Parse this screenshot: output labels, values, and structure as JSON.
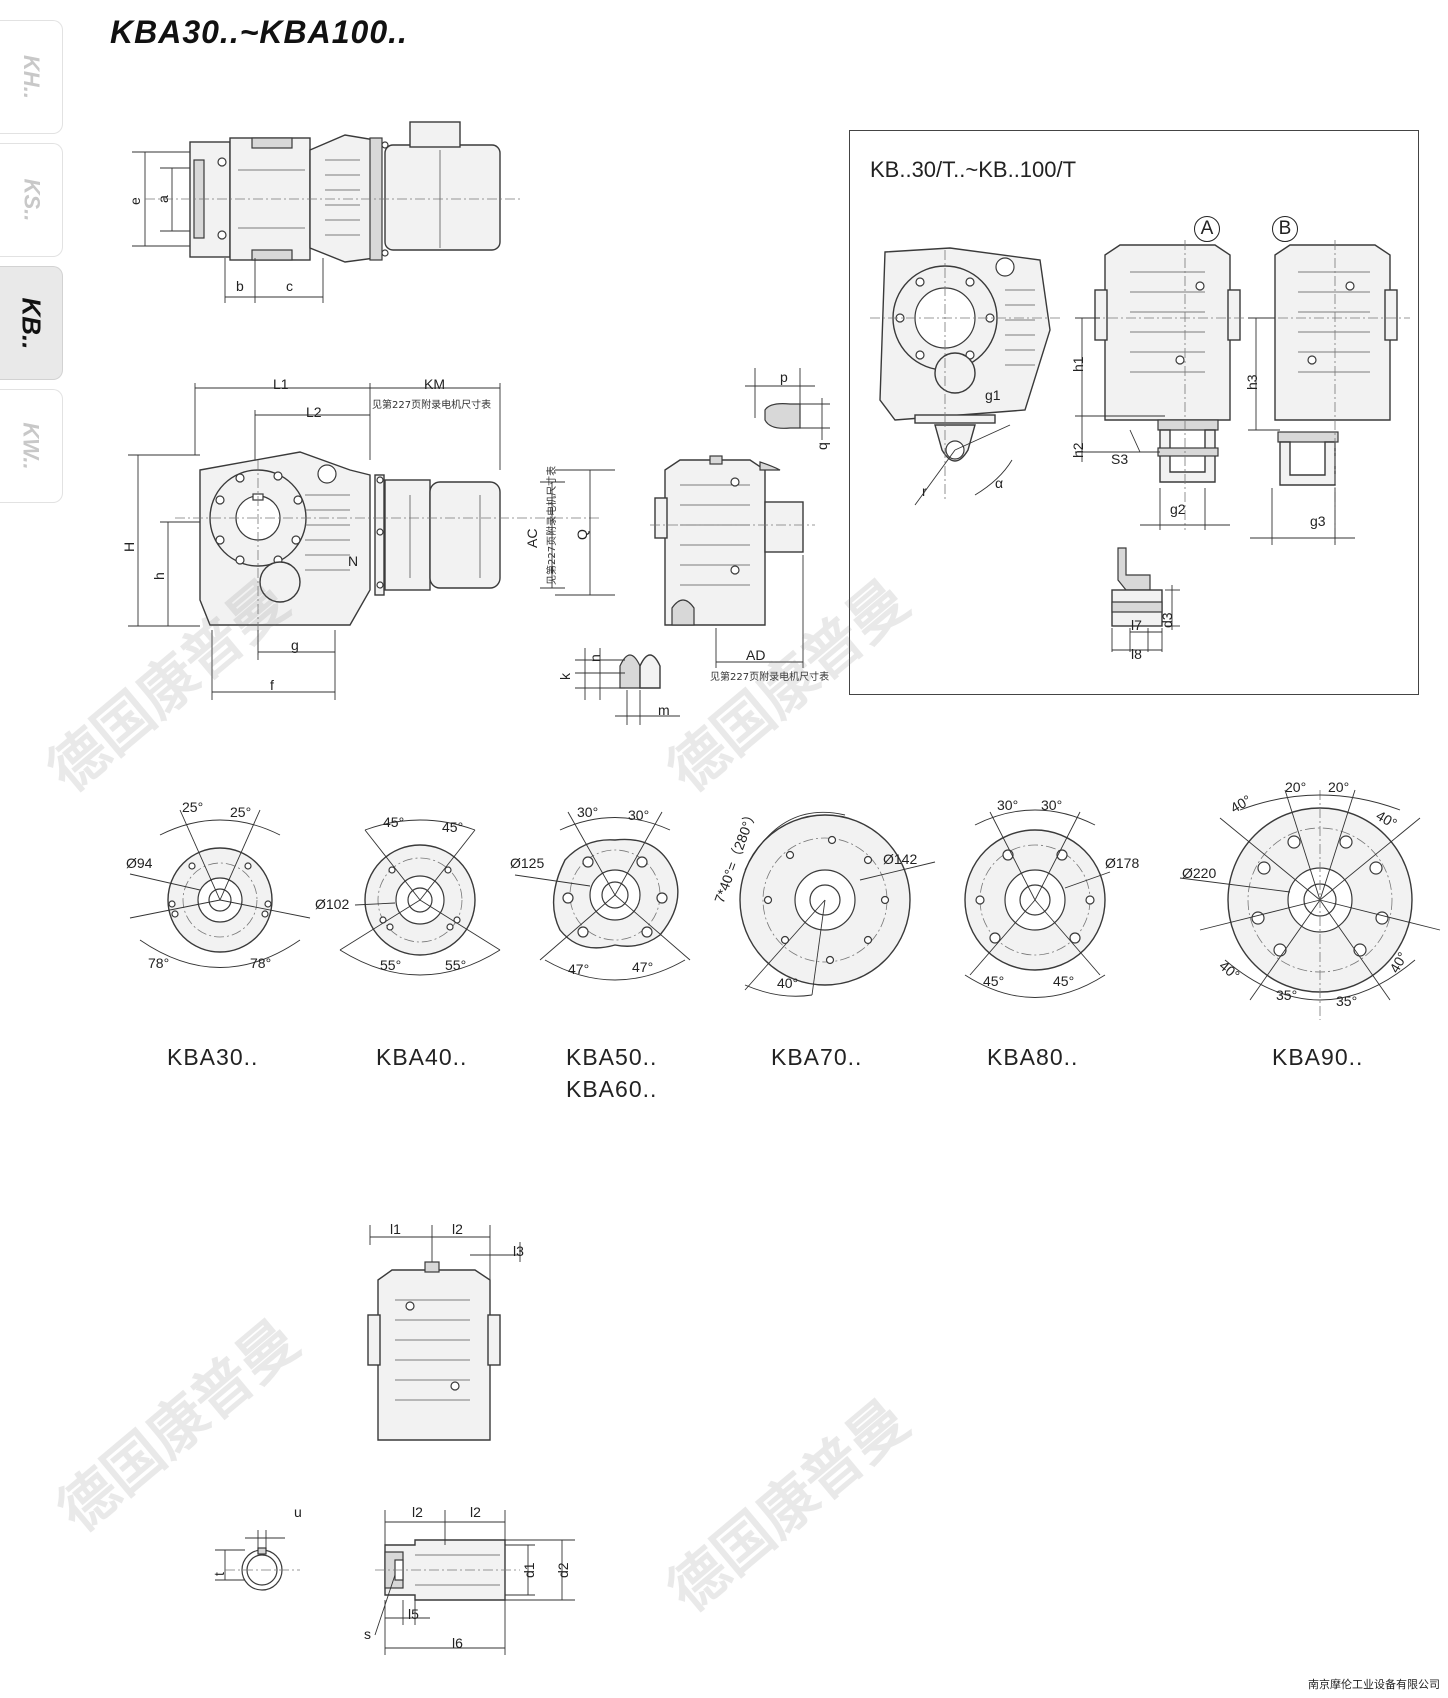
{
  "page_title": "KBA30..~KBA100..",
  "side_tabs": [
    {
      "label": "KH..",
      "active": false
    },
    {
      "label": "KS..",
      "active": false
    },
    {
      "label": "KB..",
      "active": true
    },
    {
      "label": "KW..",
      "active": false
    }
  ],
  "top_view": {
    "labels": {
      "e": "e",
      "a": "a",
      "b": "b",
      "c": "c"
    }
  },
  "front_view": {
    "labels": {
      "L1": "L1",
      "L2": "L2",
      "KM": "KM",
      "H": "H",
      "h": "h",
      "g": "g",
      "f": "f",
      "N": "N",
      "AC": "AC",
      "Q": "Q"
    },
    "note_km": "见第227页附录电机尺寸表",
    "note_ac": "见第227页附录电机尺寸表"
  },
  "key_details": {
    "labels": {
      "p": "p",
      "q": "q",
      "n": "n",
      "k": "k",
      "m": "m"
    }
  },
  "side_view": {
    "labels": {
      "AD": "AD"
    },
    "note_ad": "见第227页附录电机尺寸表"
  },
  "torque_arm_inset": {
    "title": "KB..30/T..~KB..100/T",
    "variants": [
      "A",
      "B"
    ],
    "labels": {
      "g1": "g1",
      "r": "r",
      "alpha": "α",
      "h1": "h1",
      "h2": "h2",
      "S3": "S3",
      "g2": "g2",
      "h3": "h3",
      "g3": "g3",
      "l7": "l7",
      "l8": "l8",
      "d3": "d3"
    }
  },
  "flanges": [
    {
      "model": "KBA30..",
      "diameter": "Ø94",
      "angles": [
        "25°",
        "25°",
        "78°",
        "78°"
      ]
    },
    {
      "model": "KBA40..",
      "diameter": "Ø102",
      "angles": [
        "45°",
        "45°",
        "55°",
        "55°"
      ]
    },
    {
      "model": "KBA50..",
      "model2": "KBA60..",
      "diameter": "Ø125",
      "angles": [
        "30°",
        "30°",
        "47°",
        "47°"
      ]
    },
    {
      "model": "KBA70..",
      "diameter": "Ø142",
      "angles": [
        "7*40°=（280°）",
        "40°"
      ]
    },
    {
      "model": "KBA80..",
      "diameter": "Ø178",
      "angles": [
        "30°",
        "30°",
        "45°",
        "45°"
      ]
    },
    {
      "model": "KBA90..",
      "diameter": "Ø220",
      "angles": [
        "20°",
        "20°",
        "40°",
        "40°",
        "40°",
        "40°",
        "35°",
        "35°"
      ]
    }
  ],
  "shaft_views": {
    "labels": {
      "l1": "l1",
      "l2": "l2",
      "l3": "l3",
      "u": "u",
      "t": "t",
      "s": "s",
      "l5": "l5",
      "l6": "l6",
      "d1": "d1",
      "d2": "d2"
    }
  },
  "watermark": "德国康普曼",
  "footer": "南京摩伦工业设备有限公司"
}
